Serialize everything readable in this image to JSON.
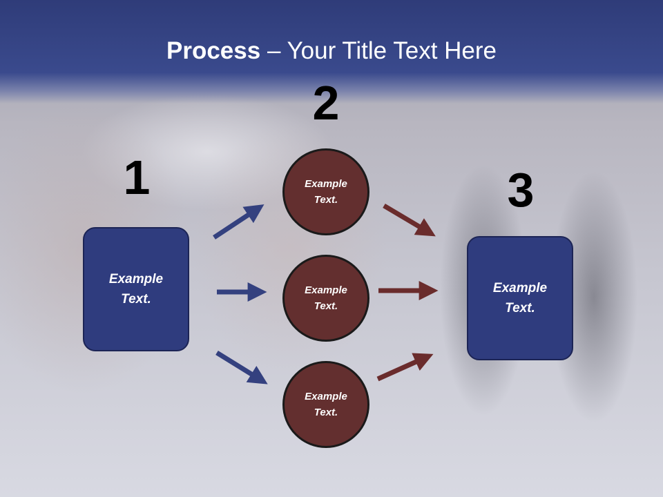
{
  "title": {
    "bold": "Process",
    "rest": " – Your Title Text Here"
  },
  "steps": [
    "1",
    "2",
    "3"
  ],
  "nodes": {
    "box_left": "Example\nText.",
    "circle_top": "Example\nText.",
    "circle_mid": "Example\nText.",
    "circle_bottom": "Example\nText.",
    "box_right": "Example\nText."
  },
  "colors": {
    "header": "#2f3c79",
    "box": "#2f3c7e",
    "circle": "#632f2f",
    "arrow_blue": "#34417f",
    "arrow_red": "#6a2c2c"
  }
}
